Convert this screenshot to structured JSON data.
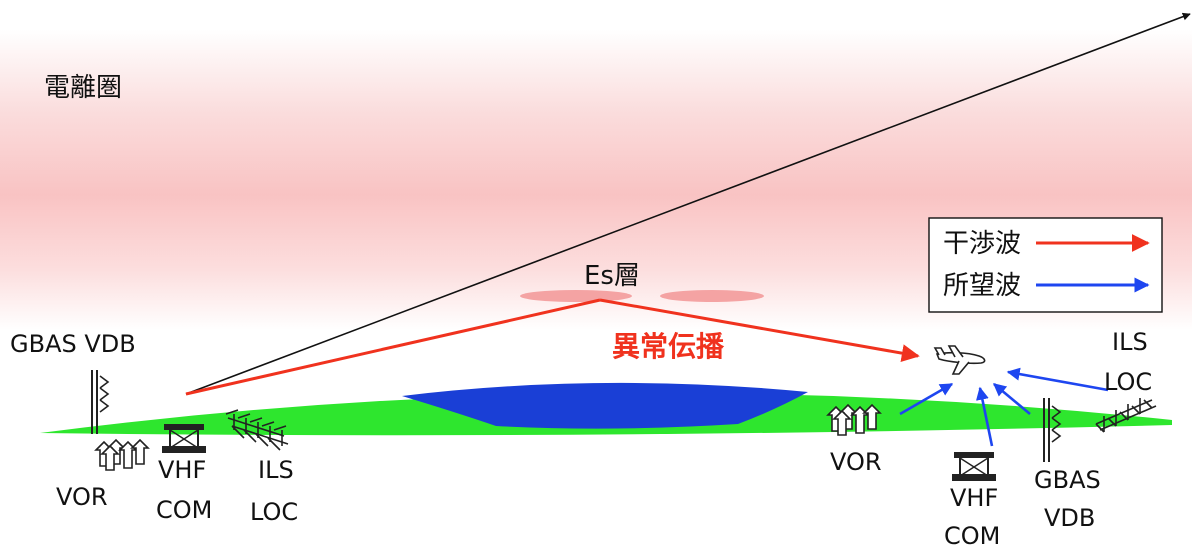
{
  "labels": {
    "ionosphere": "電離圏",
    "es_layer": "Es層",
    "anomalous_propagation": "異常伝播",
    "gbas_vdb_left": "GBAS VDB",
    "vor_left": "VOR",
    "vhf_left_1": "VHF",
    "vhf_left_2": "COM",
    "ils_left_1": "ILS",
    "ils_left_2": "LOC",
    "vor_right": "VOR",
    "vhf_right_1": "VHF",
    "vhf_right_2": "COM",
    "gbas_right_1": "GBAS",
    "gbas_right_2": "VDB",
    "ils_right_1": "ILS",
    "ils_right_2": "LOC"
  },
  "legend": {
    "interference": "干渉波",
    "desired": "所望波"
  },
  "colors": {
    "interference": "#f0321e",
    "desired": "#1e46f0",
    "land": "#2ee62e",
    "sea": "#1a3fd6",
    "ionosphere": "#f9c5c5",
    "es_layer": "#f5a3a3"
  }
}
